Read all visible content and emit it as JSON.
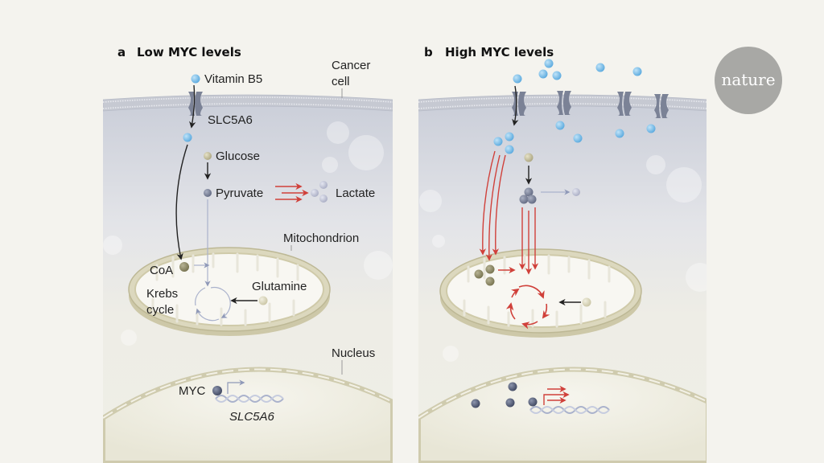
{
  "panel_a": {
    "letter": "a",
    "title": "Low MYC levels",
    "labels": {
      "cancer_cell_1": "Cancer",
      "cancer_cell_2": "cell",
      "vitamin_b5": "Vitamin B5",
      "transporter": "SLC5A6",
      "glucose": "Glucose",
      "pyruvate": "Pyruvate",
      "lactate": "Lactate",
      "mitochondrion": "Mitochondrion",
      "coa": "CoA",
      "krebs_1": "Krebs",
      "krebs_2": "cycle",
      "glutamine": "Glutamine",
      "nucleus": "Nucleus",
      "myc": "MYC",
      "gene": "SLC5A6"
    }
  },
  "panel_b": {
    "letter": "b",
    "title": "High MYC levels"
  },
  "logo": {
    "text": "nature"
  },
  "colors": {
    "background": "#f4f3ee",
    "cytoplasm": "#d3d6df",
    "membrane": "#c9ccd4",
    "transporter": "#7b8296",
    "vitamin": "#7cc0ea",
    "glucose": "#cfcaa8",
    "pyruvate": "#7d849a",
    "lactate": "#c3c6d6",
    "coa": "#8f8b6b",
    "mito_outer": "#d6d2b6",
    "mito_inner": "#f7f6f1",
    "nucleus": "#e6e4d3",
    "myc": "#515a75",
    "red_arrow": "#d0403a",
    "logo_bg": "#a8a8a5"
  }
}
